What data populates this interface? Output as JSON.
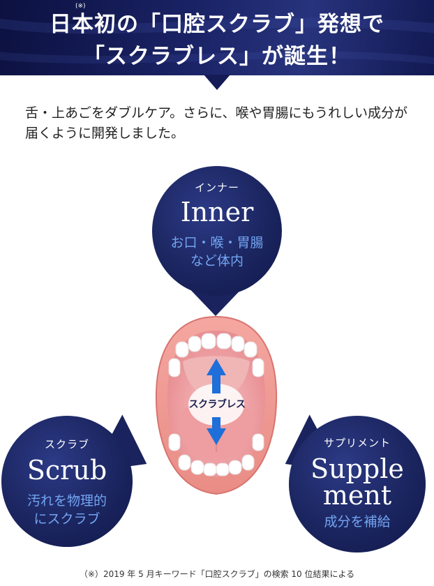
{
  "header": {
    "line1": "日本初の「口腔スクラブ」発想で",
    "line1_note": "(※)",
    "line2": "「スクラブレス」が誕生！",
    "colors": {
      "banner_dark": "#0c1140",
      "banner_mid": "#27337c"
    }
  },
  "intro": {
    "text": "舌・上あごをダブルケア。さらに、喉や胃腸にもうれしい成分が届くように開発しました。"
  },
  "circles": {
    "inner": {
      "kana": "インナー",
      "title": "Inner",
      "desc_line1": "お口・喉・胃腸",
      "desc_line2": "など体内"
    },
    "scrub": {
      "kana": "スクラブ",
      "title": "Scrub",
      "desc_line1": "汚れを物理的",
      "desc_line2": "にスクラブ"
    },
    "supplement": {
      "kana": "サプリメント",
      "title_line1": "Supple",
      "title_line2": "ment",
      "desc": "成分を補給"
    }
  },
  "illustration": {
    "label": "スクラブレス",
    "arrow_color": "#1e6fd9"
  },
  "footnote": "（※）2019 年 5 月キーワード「口腔スクラブ」の検索 10 位結果による"
}
